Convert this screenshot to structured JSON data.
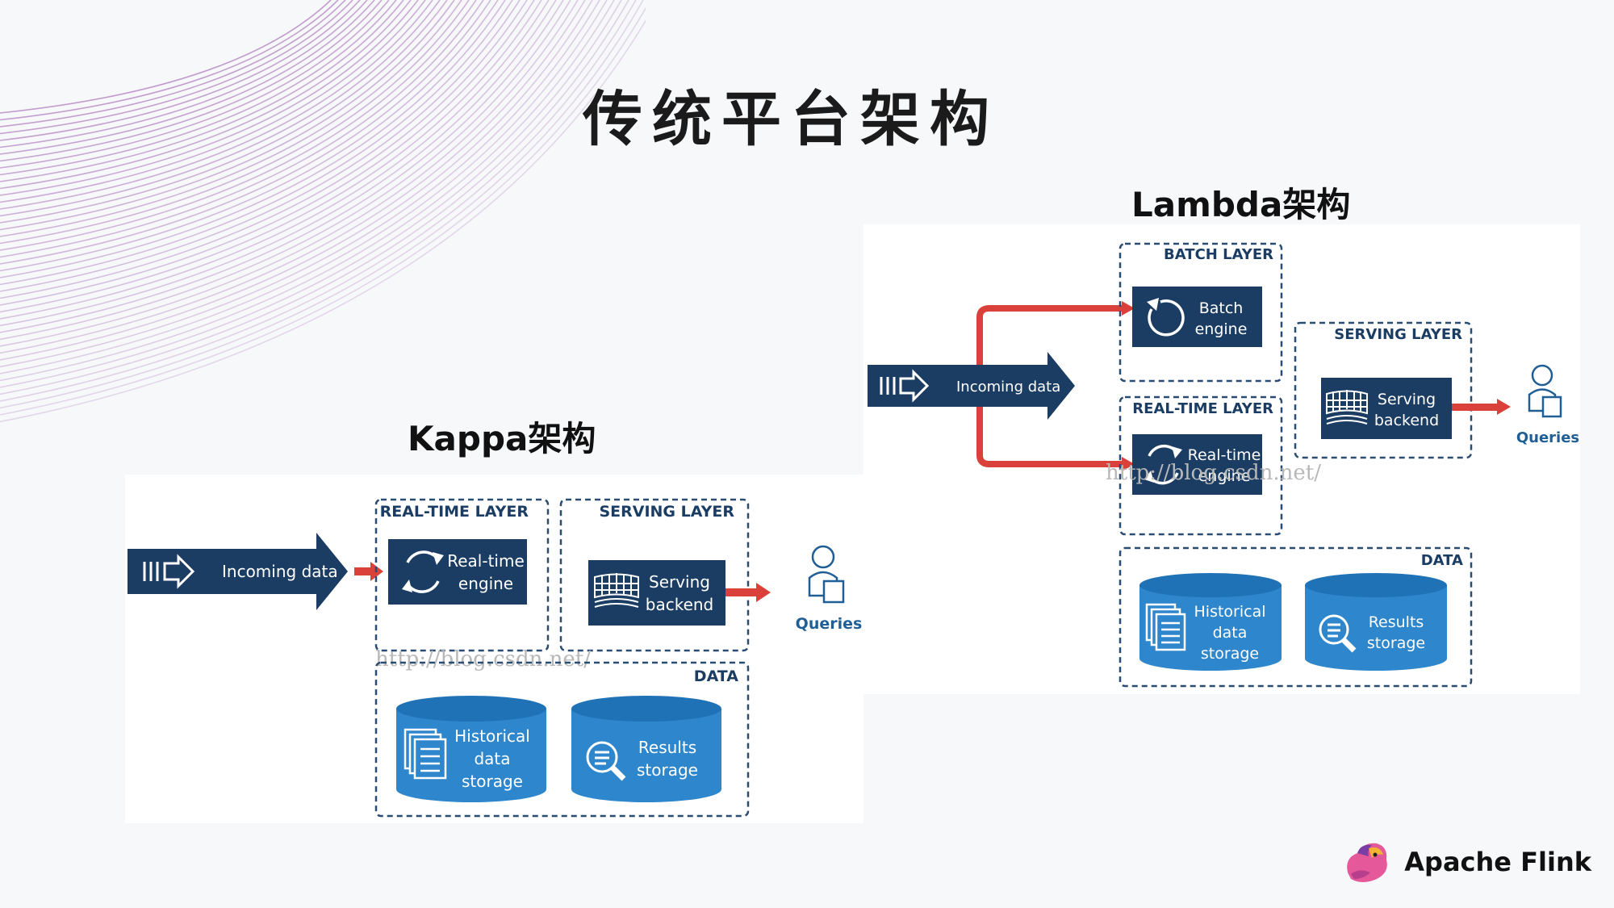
{
  "slide": {
    "title": "传统平台架构"
  },
  "kappa": {
    "heading": "Kappa架构",
    "incoming": "Incoming data",
    "realtime_layer": "REAL-TIME LAYER",
    "serving_layer": "SERVING LAYER",
    "realtime_engine": [
      "Real-time",
      "engine"
    ],
    "serving_backend": [
      "Serving",
      "backend"
    ],
    "queries": "Queries",
    "data_label": "DATA",
    "historical": [
      "Historical",
      "data",
      "storage"
    ],
    "results": [
      "Results",
      "storage"
    ],
    "watermark": "http://blog.csdn.net/"
  },
  "lambda": {
    "heading": "Lambda架构",
    "incoming": "Incoming data",
    "batch_layer": "BATCH LAYER",
    "realtime_layer": "REAL-TIME LAYER",
    "serving_layer": "SERVING LAYER",
    "batch_engine": [
      "Batch",
      "engine"
    ],
    "realtime_engine": [
      "Real-time",
      "engine"
    ],
    "serving_backend": [
      "Serving",
      "backend"
    ],
    "queries": "Queries",
    "data_label": "DATA",
    "historical": [
      "Historical",
      "data",
      "storage"
    ],
    "results": [
      "Results",
      "storage"
    ],
    "watermark": "http://blog.csdn.net/"
  },
  "brand": {
    "name": "Apache Flink"
  },
  "colors": {
    "navy": "#1c3d63",
    "blue": "#2e86cc",
    "red": "#d9413a",
    "dash": "#2a4c72"
  }
}
